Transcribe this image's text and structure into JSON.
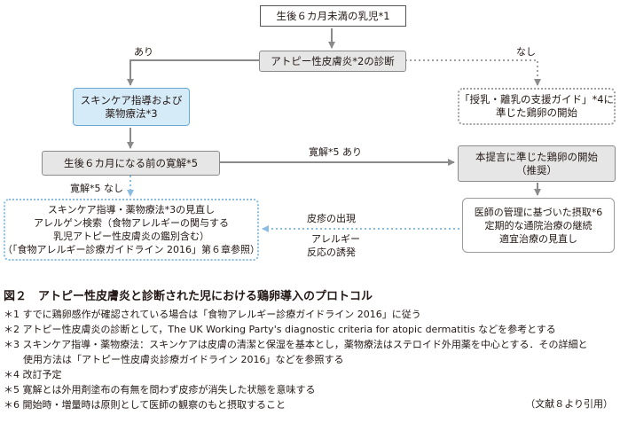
{
  "flow": {
    "start": "生後６カ月未満の乳児*1",
    "diagnosis": "アトピー性皮膚炎*2の診断",
    "branch_yes": "あり",
    "branch_no": "なし",
    "skincare": [
      "スキンケア指導および",
      "薬物療法*3"
    ],
    "guide": [
      "「授乳・離乳の支援ガイド」*4に",
      "準じた鶏卵の開始"
    ],
    "remission_check": "生後６カ月になる前の寛解*5",
    "remission_yes": "寛解*5 あり",
    "remission_no": "寛解*5 なし",
    "egg_start": [
      "本提言に準じた鶏卵の開始",
      "（推奨）"
    ],
    "review": [
      "スキンケア指導・薬物療法*3の見直し",
      "アレルゲン検索（食物アレルギーの関与する",
      "乳児アトピー性皮膚炎の鑑別含む）",
      "（「食物アレルギー診療ガイドライン 2016」第６章参照）"
    ],
    "medical": [
      "医師の管理に基づいた摂取*6",
      "定期的な通院治療の継続",
      "適宜治療の見直し"
    ],
    "feedback": [
      "皮疹の出現",
      "アレルギー",
      "反応の誘発"
    ]
  },
  "caption": {
    "title": "図２　アトピー性皮膚炎と診断された児における鶏卵導入のプロトコル",
    "notes": [
      "＊1 すでに鶏卵感作が確認されている場合は「食物アレルギー診療ガイドライン 2016」に従う",
      "＊2 アトピー性皮膚炎の診断として，The UK Working Party's diagnostic criteria for atopic dermatitis などを参考とする",
      "＊3 スキンケア指導・薬物療法：スキンケアは皮膚の清潔と保湿を基本とし，薬物療法はステロイド外用薬を中心とする．その詳細と",
      "　　使用方法は「アトピー性皮膚炎診療ガイドライン 2016」などを参照する",
      "＊4 改訂予定",
      "＊5 寛解とは外用剤塗布の有無を問わず皮疹が消失した状態を意味する",
      "＊6 開始時・増量時は原則として医師の観察のもと摂取すること"
    ],
    "source": "（文献８より引用）"
  },
  "colors": {
    "blue_fill": "#d6ebf8",
    "blue_border": "#6aa9d6",
    "gray_fill": "#e6e6e6",
    "arrow_gray": "#8a8a8a",
    "arrow_blue": "#8bbde3"
  }
}
